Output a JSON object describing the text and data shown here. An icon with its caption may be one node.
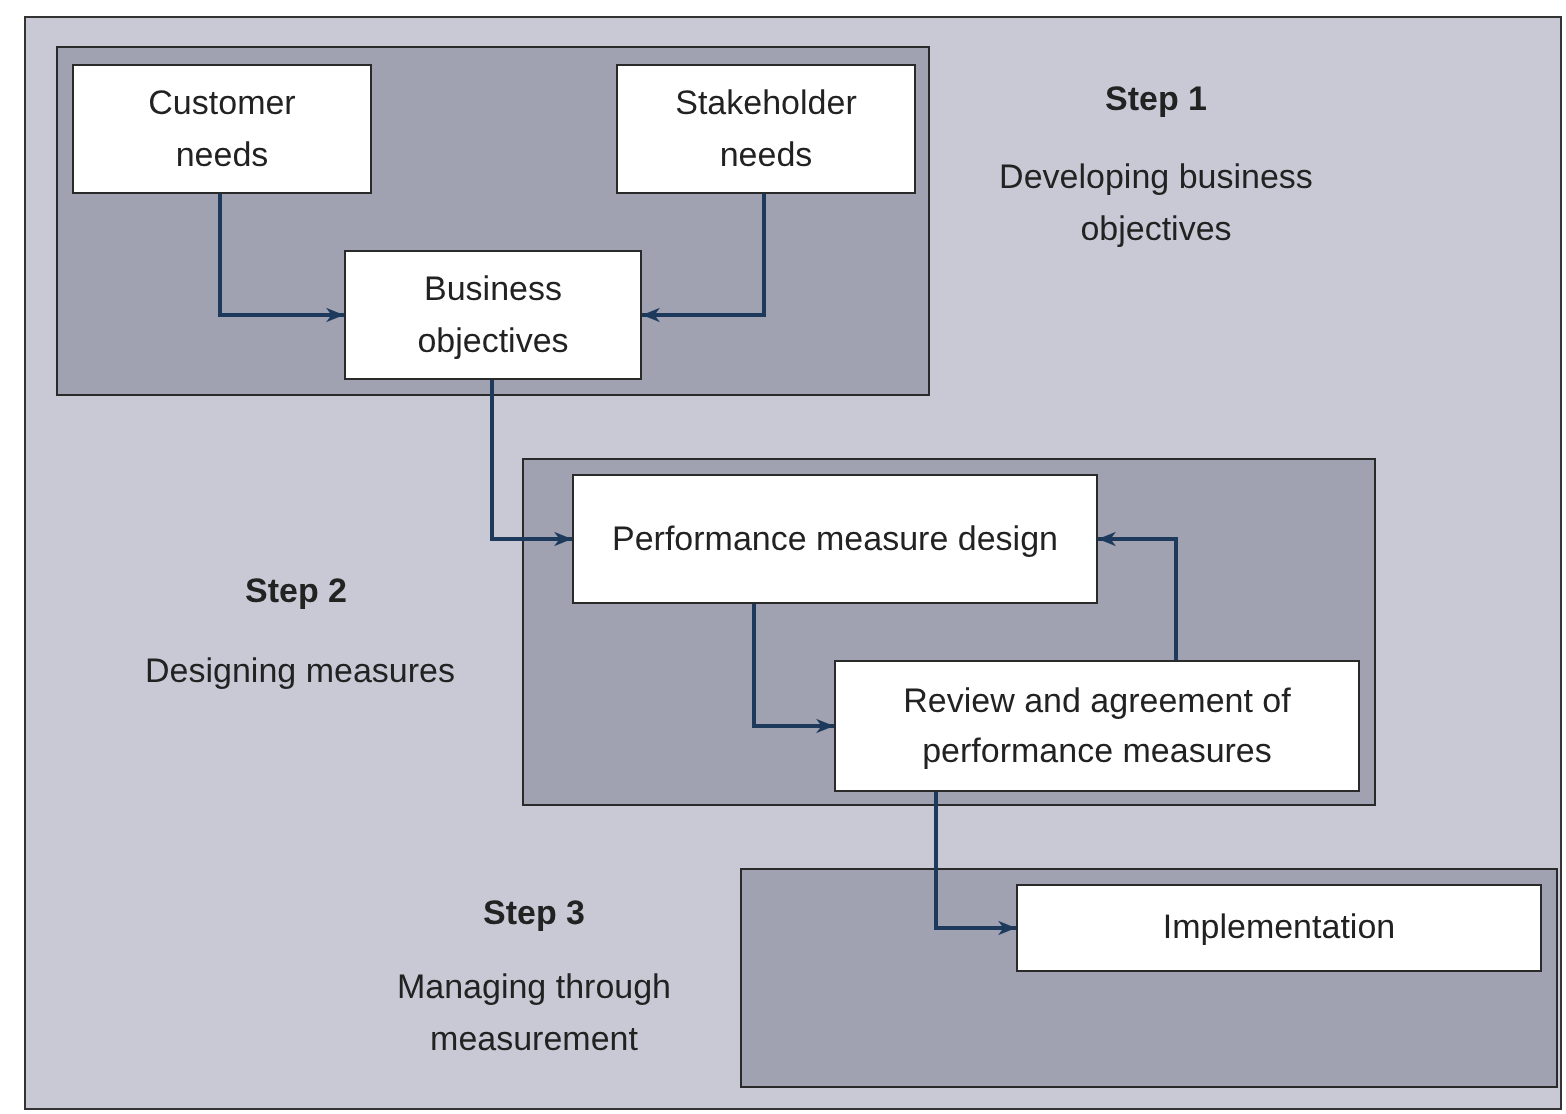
{
  "diagram": {
    "nodes": [
      {
        "text": [],
        "shape": "box"
      },
      {
        "text": [
          "Customer needs"
        ],
        "in": 0
      },
      {
        "text": [
          "Stakeholder needs"
        ],
        "in": 0
      },
      {
        "text": [
          "Business objectives"
        ],
        "in": 0
      },
      {
        "text": [],
        "shape": "box"
      },
      {
        "text": [
          "Performance measure design"
        ],
        "in": 4
      },
      {
        "text": [
          "Review and agreement of performance measures"
        ],
        "in": 4
      },
      {
        "text": [],
        "shape": "box"
      },
      {
        "text": [
          "Implementation"
        ],
        "in": 7
      }
    ],
    "edges": [
      {
        "from": 1,
        "to": 3,
        "arrow": "to"
      },
      {
        "from": 2,
        "to": 3,
        "arrow": "to"
      },
      {
        "from": 3,
        "to": 5,
        "arrow": "to"
      },
      {
        "from": 5,
        "to": 6,
        "arrow": "to"
      },
      {
        "from": 6,
        "to": 5,
        "arrow": "to"
      },
      {
        "from": 6,
        "to": 8,
        "arrow": "to"
      }
    ],
    "labels": [
      "Step 1",
      "Developing business objectives",
      "Step 2",
      "Designing measures",
      "Step 3",
      "Managing through measurement"
    ]
  }
}
